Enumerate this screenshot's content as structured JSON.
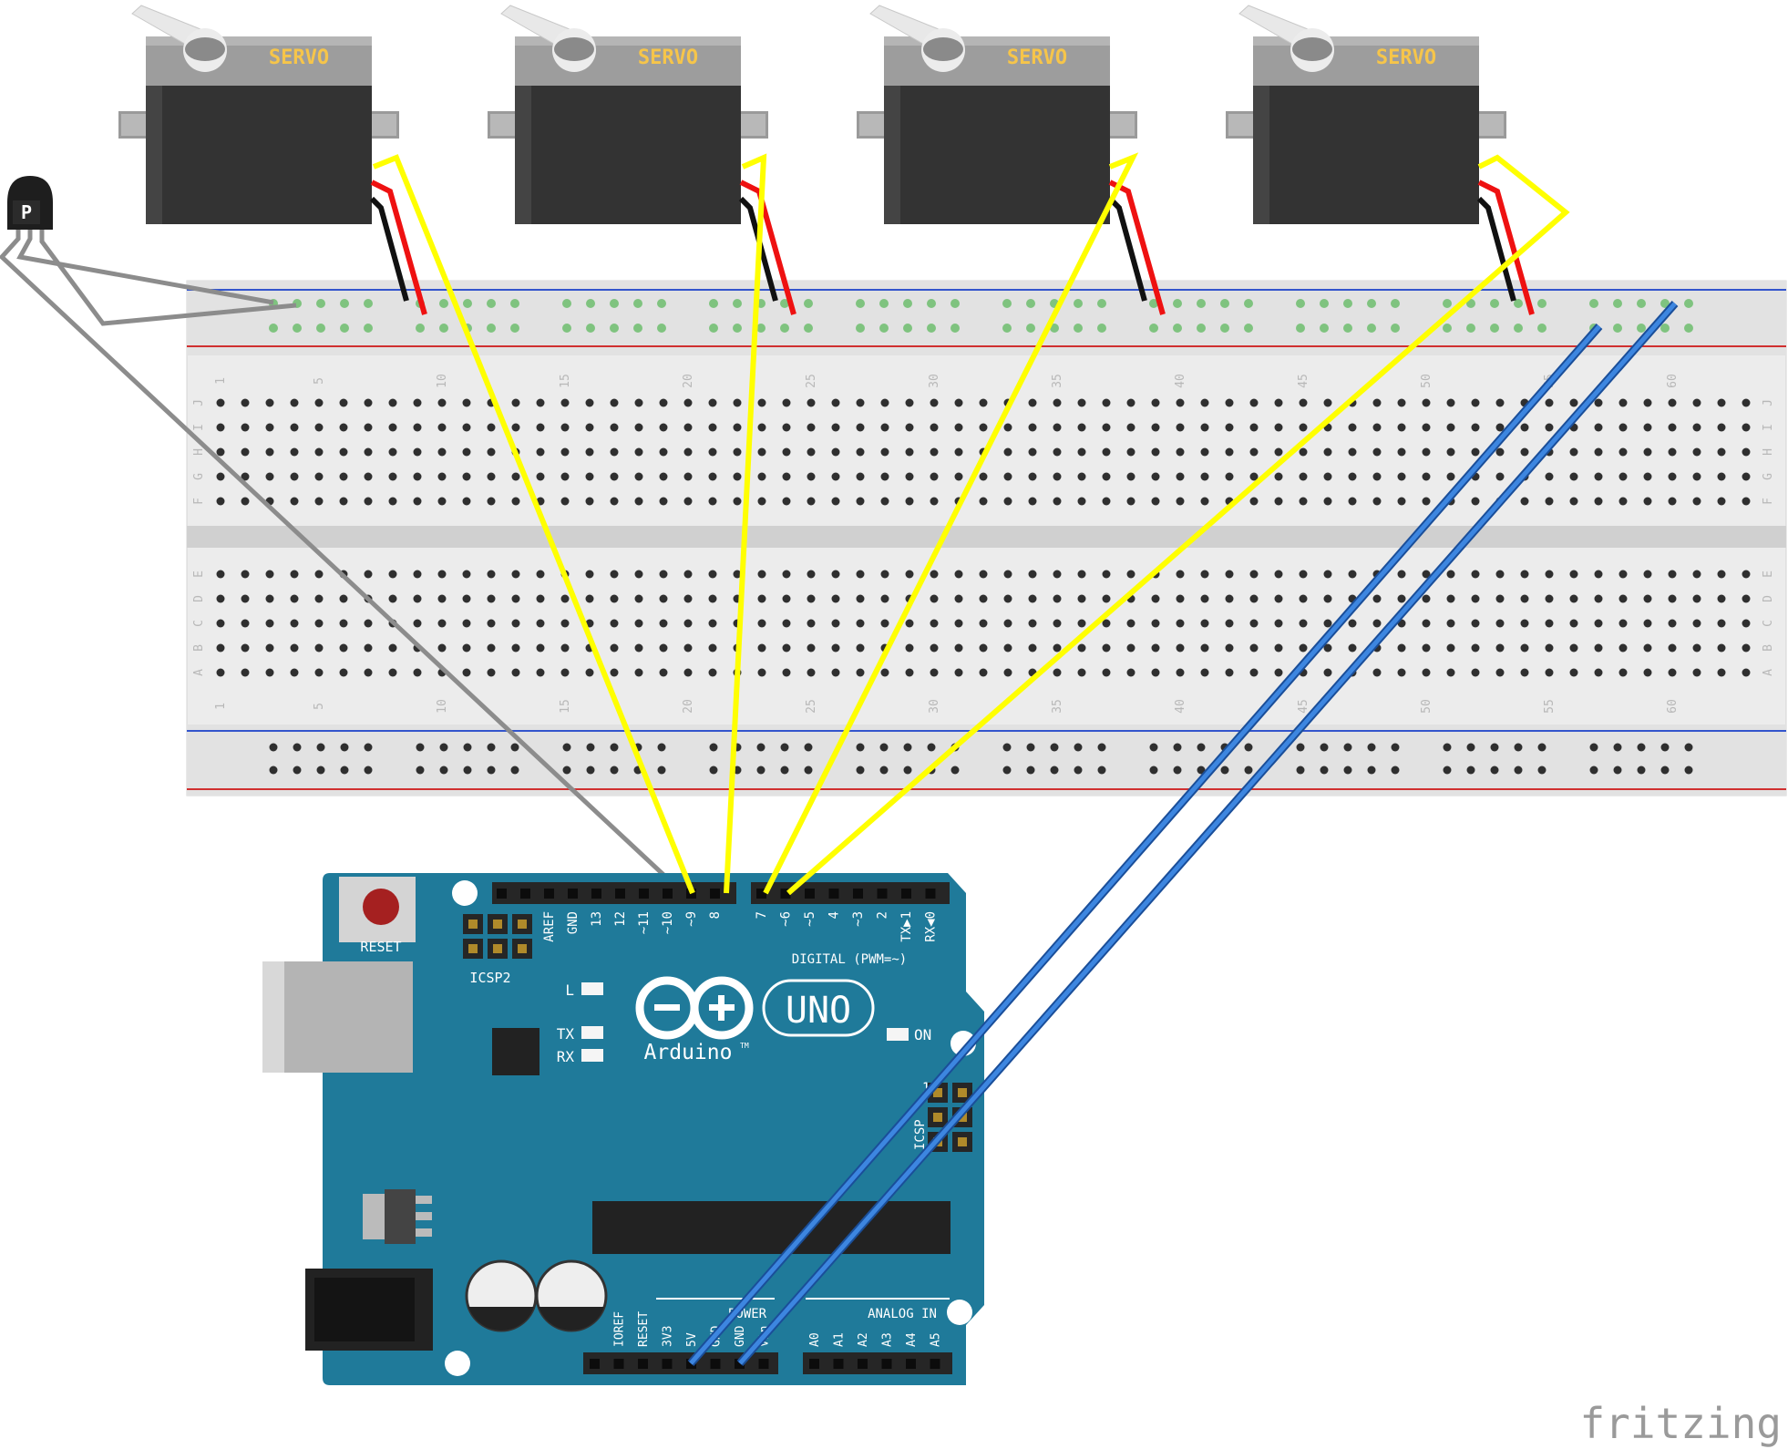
{
  "servo": {
    "label": "SERVO",
    "count": 4
  },
  "sensor": {
    "label": "P"
  },
  "breadboard": {
    "row_letters_top": [
      "J",
      "I",
      "H",
      "G",
      "F"
    ],
    "row_letters_bottom": [
      "E",
      "D",
      "C",
      "B",
      "A"
    ],
    "column_numbers": [
      "1",
      "5",
      "10",
      "15",
      "20",
      "25",
      "30",
      "35",
      "40",
      "45",
      "50",
      "55",
      "60"
    ]
  },
  "arduino": {
    "reset_label": "RESET",
    "icsp2_label": "ICSP2",
    "icsp_label": "ICSP",
    "icsp_pin1": "1",
    "led_l": "L",
    "led_tx": "TX",
    "led_rx": "RX",
    "led_on": "ON",
    "logo_text": "UNO",
    "brand": "Arduino",
    "tm": "TM",
    "digital_label": "DIGITAL (PWM=~)",
    "digital_pins": [
      "AREF",
      "GND",
      "13",
      "12",
      "~11",
      "~10",
      "~9",
      "8",
      "7",
      "~6",
      "~5",
      "4",
      "~3",
      "2",
      "TX▶1",
      "RX◀0"
    ],
    "power_label": "POWER",
    "power_pins": [
      "IOREF",
      "RESET",
      "3V3",
      "5V",
      "GND",
      "GND",
      "Vin"
    ],
    "analog_label": "ANALOG IN",
    "analog_pins": [
      "A0",
      "A1",
      "A2",
      "A3",
      "A4",
      "A5"
    ]
  },
  "watermark": "fritzing",
  "colors": {
    "board": "#1f7a9a",
    "wire_signal": "#ffff00",
    "wire_power": "#2f74d0",
    "wire_sensor": "#8c8c8c",
    "servo_body": "#333333",
    "breadboard": "#ececec"
  }
}
